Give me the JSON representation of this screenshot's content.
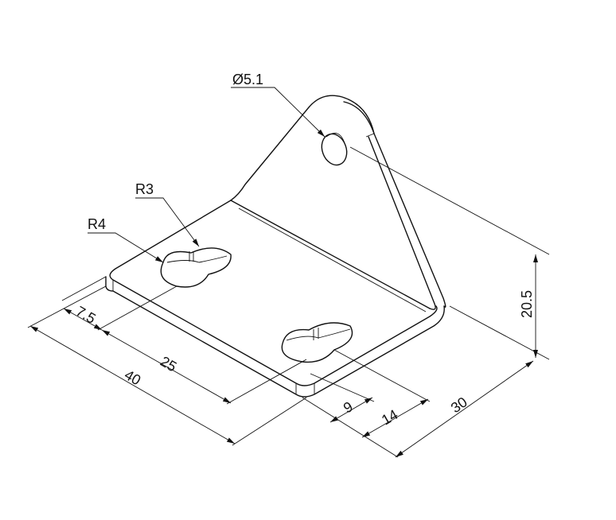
{
  "drawing": {
    "type": "isometric bracket technical drawing",
    "dimensions": {
      "hole_diameter": "Ø5.1",
      "radius_small": "R3",
      "radius_large": "R4",
      "edge_offset": "7.5",
      "slot_spacing": "25",
      "plate_length": "40",
      "slot_offset_near": "9",
      "slot_offset_far": "14",
      "plate_width": "30",
      "hole_height": "20.5"
    },
    "line_color": "#111111",
    "background": "#ffffff"
  }
}
